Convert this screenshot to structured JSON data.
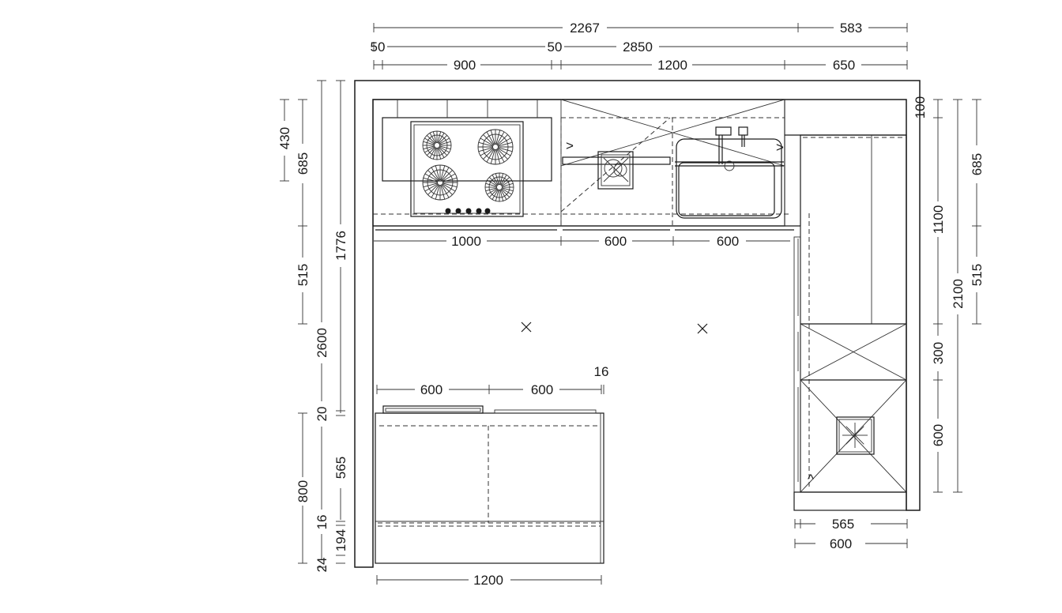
{
  "dimensions": {
    "top": [
      "2267",
      "583",
      "50",
      "50",
      "2850",
      "900",
      "1200",
      "650"
    ],
    "left": [
      "430",
      "685",
      "515",
      "2600",
      "1776",
      "800",
      "20",
      "565",
      "16",
      "194",
      "24"
    ],
    "right": [
      "100",
      "685",
      "1100",
      "515",
      "2100",
      "300",
      "600"
    ],
    "middle": [
      "1000",
      "600",
      "600",
      "600",
      "600",
      "16"
    ],
    "bottom": [
      "565",
      "600",
      "1200"
    ]
  },
  "icons": {
    "hob": "gas-hob-icon",
    "sink": "sink-icon",
    "dishwasher": "dishwasher-icon",
    "fridge": "fridge-icon",
    "light": "ceiling-light-icon"
  }
}
